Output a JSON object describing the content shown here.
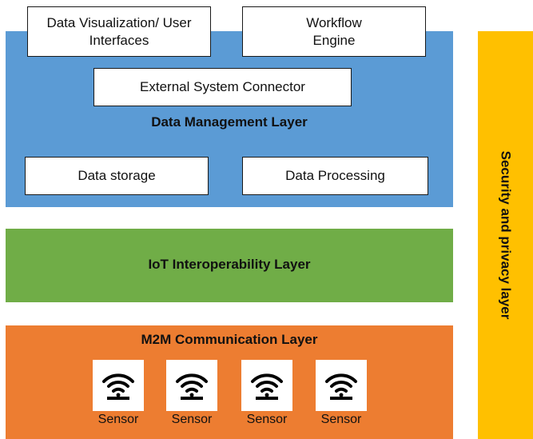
{
  "top_boxes": {
    "data_visualization": {
      "line1": "Data Visualization/ User",
      "line2": "Interfaces"
    },
    "workflow_engine": {
      "line1": "Workflow",
      "line2": "Engine"
    }
  },
  "data_management": {
    "title": "Data Management Layer",
    "external_connector": "External System Connector",
    "data_storage": "Data storage",
    "data_processing": "Data Processing",
    "color": "#5b9bd5"
  },
  "interoperability": {
    "title": "IoT Interoperability Layer",
    "color": "#70ad47"
  },
  "m2m": {
    "title": "M2M Communication Layer",
    "color": "#ed7d31",
    "sensors": [
      {
        "label": "Sensor",
        "icon": "wireless-sensor-icon"
      },
      {
        "label": "Sensor",
        "icon": "wireless-sensor-icon"
      },
      {
        "label": "Sensor",
        "icon": "wireless-sensor-icon"
      },
      {
        "label": "Sensor",
        "icon": "wireless-sensor-icon"
      }
    ]
  },
  "security": {
    "title": "Security and privacy layer",
    "color": "#ffc000"
  }
}
